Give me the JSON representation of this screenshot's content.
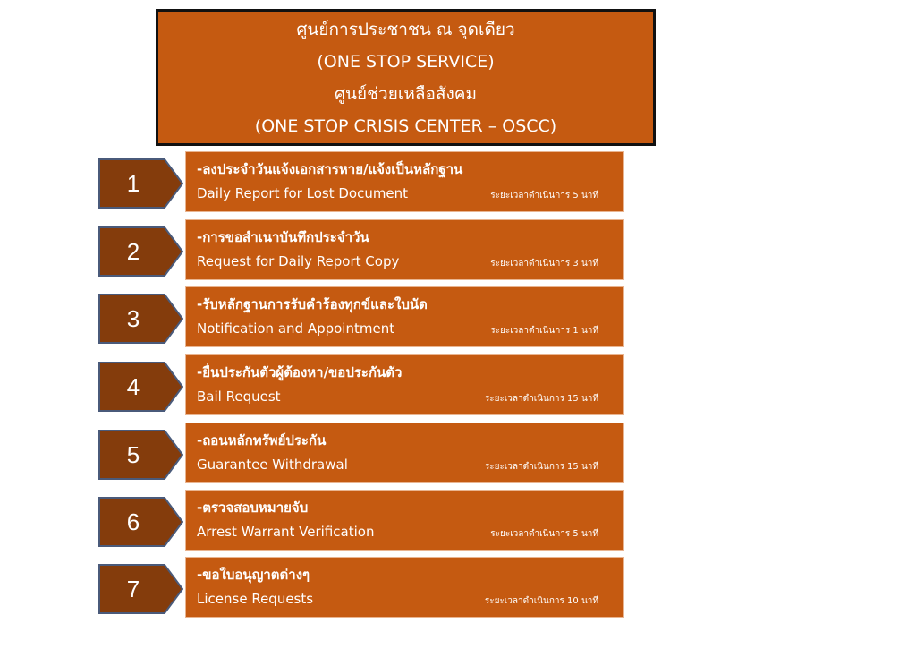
{
  "header": {
    "line1": "ศูนย์การประชาชน ณ จุดเดียว",
    "line2": "(ONE STOP SERVICE)",
    "line3": "ศูนย์ช่วยเหลือสังคม",
    "line4": "(ONE STOP CRISIS CENTER – OSCC)"
  },
  "colors": {
    "box": "#c55a11",
    "arrow": "#843c0c",
    "arrow_border": "#4a5a7a"
  },
  "services": [
    {
      "num": "1",
      "th": "-ลงประจำวันแจ้งเอกสารหาย/แจ้งเป็นหลักฐาน",
      "en": "Daily Report for Lost Document",
      "time": "ระยะเวลาดำเนินการ 5 นาที"
    },
    {
      "num": "2",
      "th": "-การขอสำเนาบันทึกประจำวัน",
      "en": "Request for Daily Report Copy",
      "time": "ระยะเวลาดำเนินการ 3 นาที"
    },
    {
      "num": "3",
      "th": "-รับหลักฐานการรับคำร้องทุกข์และใบนัด",
      "en": "Notification and Appointment",
      "time": "ระยะเวลาดำเนินการ 1 นาที"
    },
    {
      "num": "4",
      "th": "-ยื่นประกันตัวผู้ต้องหา/ขอประกันตัว",
      "en": "Bail Request",
      "time": "ระยะเวลาดำเนินการ 15 นาที"
    },
    {
      "num": "5",
      "th": "-ถอนหลักทรัพย์ประกัน",
      "en": "Guarantee Withdrawal",
      "time": "ระยะเวลาดำเนินการ 15 นาที"
    },
    {
      "num": "6",
      "th": "-ตรวจสอบหมายจับ",
      "en": "Arrest Warrant Verification",
      "time": "ระยะเวลาดำเนินการ 5 นาที"
    },
    {
      "num": "7",
      "th": "-ขอใบอนุญาตต่างๆ",
      "en": "License Requests",
      "time": "ระยะเวลาดำเนินการ 10 นาที"
    }
  ]
}
